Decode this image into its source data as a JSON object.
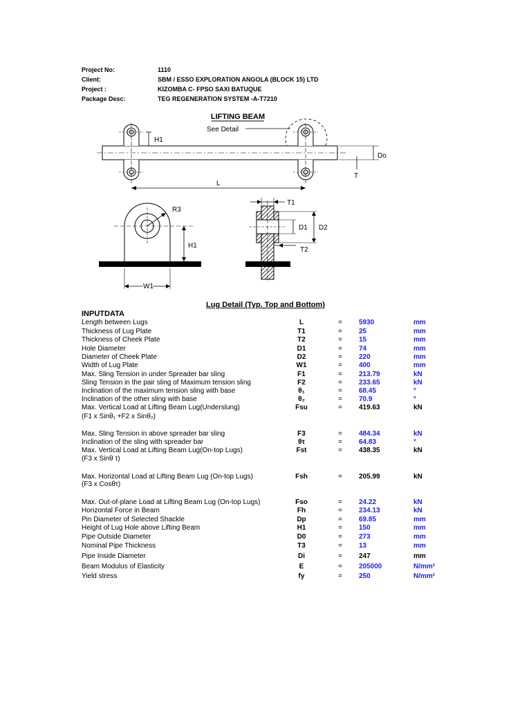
{
  "header": {
    "project_no_label": "Project No:",
    "project_no": "1110",
    "client_label": "Client:",
    "client": "SBM / ESSO EXPLORATION ANGOLA (BLOCK 15) LTD",
    "project_label": "Project :",
    "project": "KIZOMBA C- FPSO SAXI BATUQUE",
    "package_label": "Package Desc:",
    "package": "TEG REGENERATION SYSTEM -A-T7210"
  },
  "diagram": {
    "title": "LIFTING BEAM",
    "see_detail": "See Detail",
    "labels": {
      "h1": "H1",
      "do": "Do",
      "t": "T",
      "l": "L",
      "r3": "R3",
      "h1_lug": "H1",
      "w1": "W1",
      "t1": "T1",
      "d1": "D1",
      "d2": "D2",
      "t2": "T2"
    }
  },
  "caption": "Lug Detail (Typ. Top and Bottom)",
  "section_title": "INPUTDATA",
  "rows": [
    {
      "desc": "Length between Lugs",
      "sym": "L",
      "eq": "=",
      "val": "5930",
      "unit": "mm",
      "input": true
    },
    {
      "desc": "Thickness of Lug Plate",
      "sym": "T1",
      "eq": "=",
      "val": "25",
      "unit": "mm",
      "input": true
    },
    {
      "desc": "Thickness of Cheek Plate",
      "sym": "T2",
      "eq": "=",
      "val": "15",
      "unit": "mm",
      "input": true
    },
    {
      "desc": "Hole Diameter",
      "sym": "D1",
      "eq": "=",
      "val": "74",
      "unit": "mm",
      "input": true
    },
    {
      "desc": "Diameter of Cheek Plate",
      "sym": "D2",
      "eq": "=",
      "val": "220",
      "unit": "mm",
      "input": true
    },
    {
      "desc": "Width of Lug Plate",
      "sym": "W1",
      "eq": "=",
      "val": "400",
      "unit": "mm",
      "input": true
    },
    {
      "desc": "Max. Sling Tension in under Spreader bar sling",
      "sym": "F1",
      "eq": "=",
      "val": "213.79",
      "unit": "kN",
      "input": true
    },
    {
      "desc": "Sling Tension in the pair sling of Maximum tension sling",
      "sym": "F2",
      "eq": "=",
      "val": "233.65",
      "unit": "kN",
      "input": true
    },
    {
      "desc": "Inclination of the maximum tension sling with base",
      "sym": "θ₁",
      "eq": "=",
      "val": "68.45",
      "unit": "°",
      "input": true
    },
    {
      "desc": "Inclination of the other sling with base",
      "sym": "θ₂",
      "eq": "=",
      "val": "70.9",
      "unit": "°",
      "input": true
    },
    {
      "desc": "Max. Vertical Load at Lifting Beam Lug(Underslung)",
      "sym": "Fsu",
      "eq": "=",
      "val": "419.63",
      "unit": "kN",
      "input": false
    },
    {
      "desc": "Max. Sling Tension in above spreader bar sling",
      "sym": "F3",
      "eq": "=",
      "val": "484.34",
      "unit": "kN",
      "input": true
    },
    {
      "desc": "Inclination of the sling with spreader bar",
      "sym": "θτ",
      "eq": "=",
      "val": "64.83",
      "unit": "°",
      "input": true
    },
    {
      "desc": "Max. Vertical Load at Lifting Beam Lug(On-top Lugs)",
      "sym": "Fst",
      "eq": "=",
      "val": "438.35",
      "unit": "kN",
      "input": false
    },
    {
      "desc": "Max. Horizontal Load at Lifting Beam Lug (On-top Lugs)",
      "sym": "Fsh",
      "eq": "=",
      "val": "205.99",
      "unit": "kN",
      "input": false
    },
    {
      "desc": "Max. Out-of-plane Load at Lifting Beam Lug (On-top Lugs)",
      "sym": "Fso",
      "eq": "=",
      "val": "24.22",
      "unit": "kN",
      "input": true
    },
    {
      "desc": "Horizontal Force in Beam",
      "sym": "Fh",
      "eq": "=",
      "val": "234.13",
      "unit": "kN",
      "input": true
    },
    {
      "desc": "Pin Diameter of Selected Shackle",
      "sym": "Dp",
      "eq": "=",
      "val": "69.85",
      "unit": "mm",
      "input": true
    },
    {
      "desc": "Height of Lug Hole above Lifting Beam",
      "sym": "H1",
      "eq": "=",
      "val": "150",
      "unit": "mm",
      "input": true
    },
    {
      "desc": "Pipe Outside Diameter",
      "sym": "D0",
      "eq": "=",
      "val": "273",
      "unit": "mm",
      "input": true
    },
    {
      "desc": "Nominal Pipe Thickness",
      "sym": "T3",
      "eq": "=",
      "val": "13",
      "unit": "mm",
      "input": true
    },
    {
      "desc": "Pipe Inside Diameter",
      "sym": "Di",
      "eq": "=",
      "val": "247",
      "unit": "mm",
      "input": false
    },
    {
      "desc": "Beam Modulus of Elasticity",
      "sym": "E",
      "eq": "=",
      "val": "205000",
      "unit": "N/mm²",
      "input": true
    },
    {
      "desc": "Yield stress",
      "sym": "fy",
      "eq": "=",
      "val": "250",
      "unit": "N/mm²",
      "input": true
    }
  ],
  "notes": {
    "fsu_formula": "(F1 x Sinθ₁ +F2 x Sinθ₂)",
    "fst_formula": "(F3 x Sinθ τ)",
    "fsh_formula": "(F3 x Cosθτ)"
  },
  "colors": {
    "input_value": "#2020ee",
    "text": "#000000"
  }
}
